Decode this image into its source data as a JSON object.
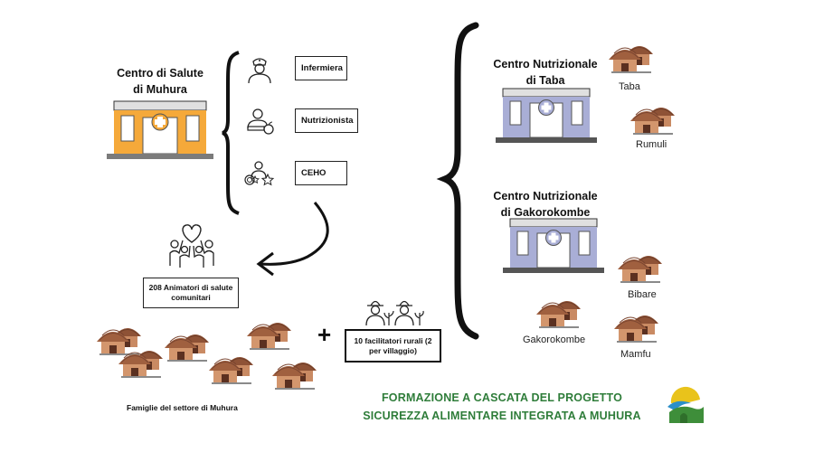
{
  "health_center": {
    "title_line1": "Centro di Salute",
    "title_line2": "di Muhura",
    "icon": "health-center-building-icon"
  },
  "roles": [
    {
      "label": "Infermiera",
      "icon": "nurse-icon"
    },
    {
      "label": "Nutrizionista",
      "icon": "nutritionist-icon"
    },
    {
      "label": "CEHO",
      "icon": "ceho-award-icon"
    }
  ],
  "community": {
    "label_line1": "208 Animatori di salute",
    "label_line2": "comunitari",
    "icon": "community-hands-heart-icon"
  },
  "families": {
    "label": "Famiglie del settore di Muhura"
  },
  "plus": "+",
  "facilitators": {
    "label_line1": "10 facilitatori rurali (2",
    "label_line2": "per villaggio)",
    "icon": "farmers-icon"
  },
  "nutrition_taba": {
    "title_line1": "Centro Nutrizionale",
    "title_line2": "di Taba",
    "villages": [
      "Taba",
      "Rumuli"
    ]
  },
  "nutrition_gakorokombe": {
    "title_line1": "Centro Nutrizionale",
    "title_line2": "di Gakorokombe",
    "villages": [
      "Bibare",
      "Gakorokombe",
      "Mamfu"
    ]
  },
  "footer": {
    "line1": "FORMAZIONE A CASCATA DEL PROGETTO",
    "line2": "SICUREZZA ALIMENTARE INTEGRATA A MUHURA",
    "color": "#2f7d3a",
    "logo": "project-logo-icon"
  },
  "colors": {
    "health_center_wall": "#f5a93a",
    "nutrition_center_wall": "#a9aed6",
    "hut_roof": "#9a5a3c",
    "hut_wall": "#c98a63"
  }
}
